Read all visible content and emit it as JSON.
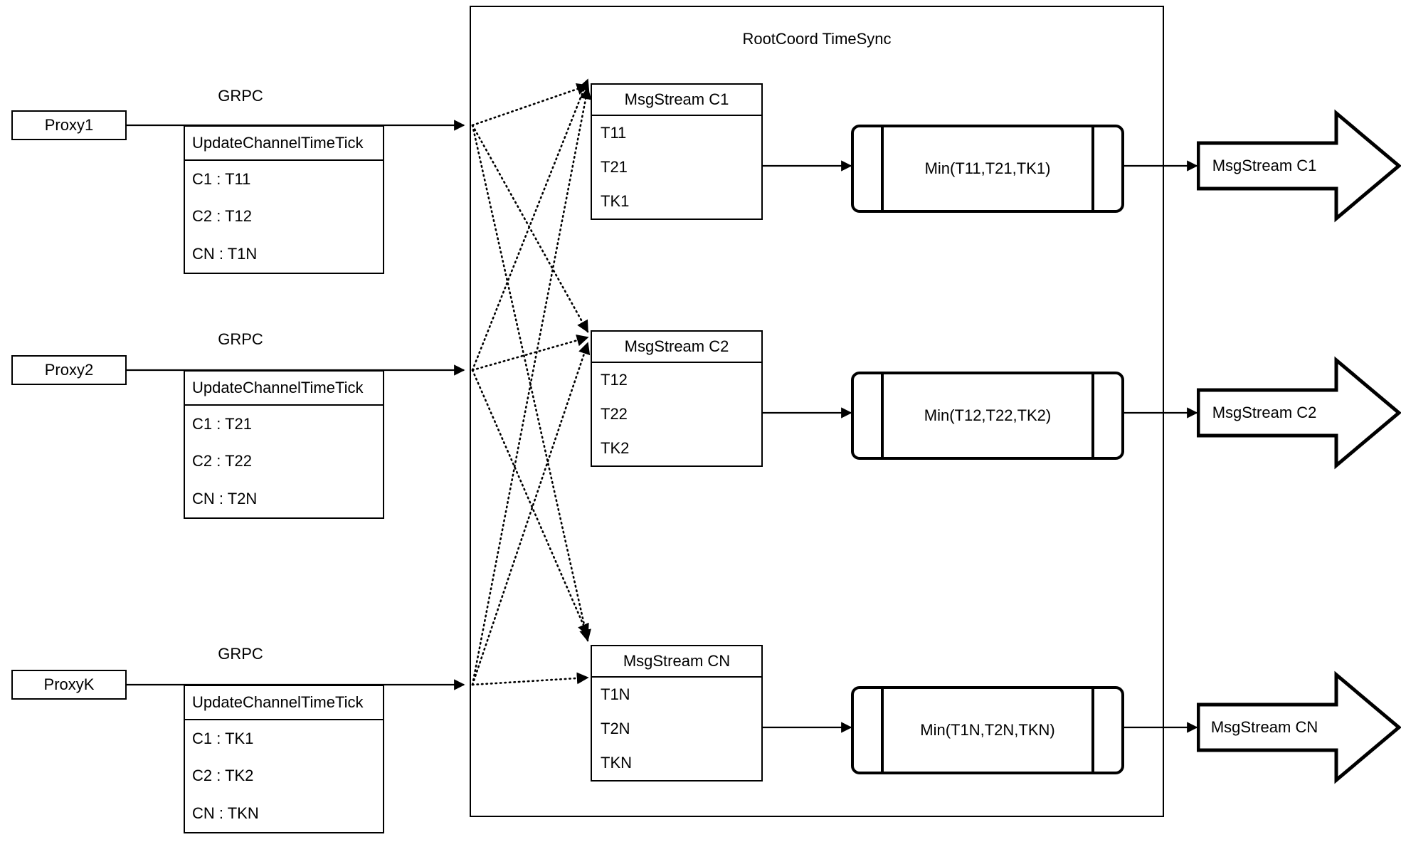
{
  "diagram": {
    "title": "RootCoord TimeSync",
    "grpc_label": "GRPC",
    "uct_header": "UpdateChannelTimeTick"
  },
  "proxies": [
    {
      "name": "Proxy1",
      "grpc": "GRPC",
      "header": "UpdateChannelTimeTick",
      "rows": [
        "C1 :  T11",
        "C2 :  T12",
        "CN : T1N"
      ]
    },
    {
      "name": "Proxy2",
      "grpc": "GRPC",
      "header": "UpdateChannelTimeTick",
      "rows": [
        "C1 :  T21",
        "C2 :  T22",
        "CN : T2N"
      ]
    },
    {
      "name": "ProxyK",
      "grpc": "GRPC",
      "header": "UpdateChannelTimeTick",
      "rows": [
        "C1 :  TK1",
        "C2 :  TK2",
        "CN : TKN"
      ]
    }
  ],
  "channels": [
    {
      "stream_title": "MsgStream C1",
      "ticks": [
        "T11",
        "T21",
        "TK1"
      ],
      "min_expr": "Min(T11,T21,TK1)",
      "output": "MsgStream C1"
    },
    {
      "stream_title": "MsgStream C2",
      "ticks": [
        "T12",
        "T22",
        "TK2"
      ],
      "min_expr": "Min(T12,T22,TK2)",
      "output": "MsgStream C2"
    },
    {
      "stream_title": "MsgStream CN",
      "ticks": [
        "T1N",
        "T2N",
        "TKN"
      ],
      "min_expr": "Min(T1N,T2N,TKN)",
      "output": "MsgStream CN"
    }
  ],
  "colors": {
    "stroke": "#000000",
    "background": "#ffffff"
  }
}
